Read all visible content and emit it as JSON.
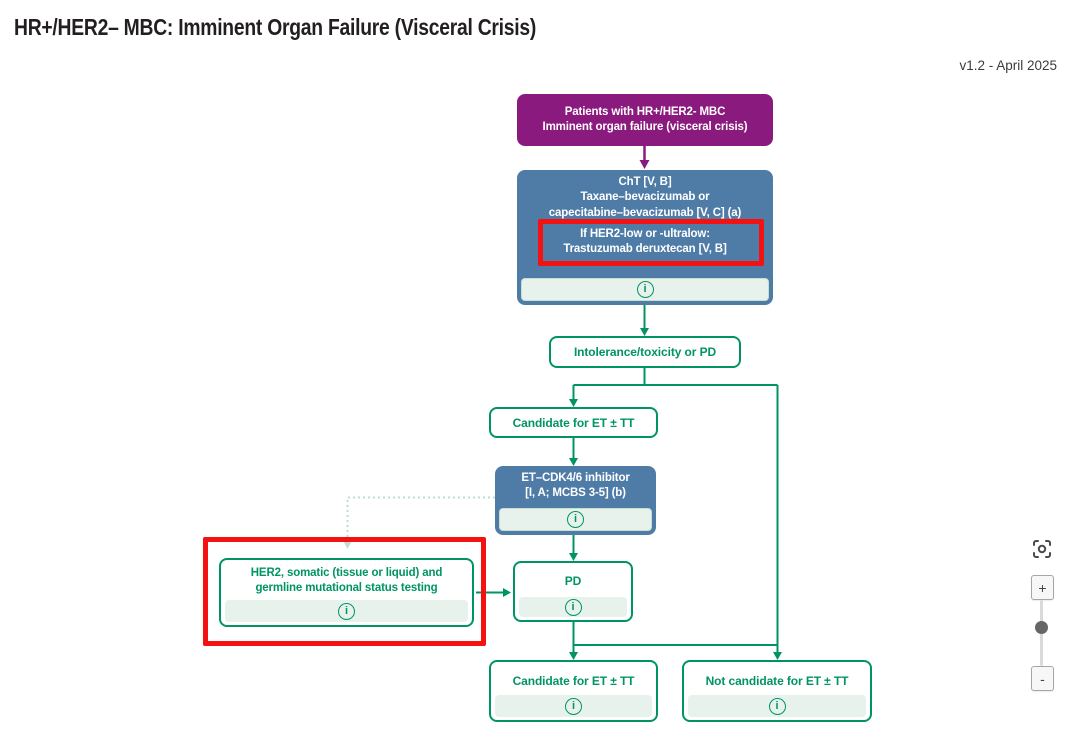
{
  "page": {
    "title": "HR+/HER2– MBC: Imminent Organ Failure (Visceral Crisis)",
    "version": "v1.2 - April 2025"
  },
  "palette": {
    "purple": "#8A1A7D",
    "blue": "#4E7CA7",
    "green": "#009465",
    "red_highlight": "#F31111",
    "info_bg": "#E7F2EC",
    "dotted_line": "#BEDDCC"
  },
  "flowchart": {
    "nodes": {
      "patients": {
        "line1": "Patients with HR+/HER2- MBC",
        "line2": "Imminent organ failure (visceral crisis)"
      },
      "cht": {
        "line1": "ChT [V, B]",
        "line2": "Taxane–bevacizumab or",
        "line3": "capecitabine–bevacizumab [V, C] (a)",
        "highlight1": "If HER2-low or -ultralow:",
        "highlight2": "Trastuzumab deruxtecan [V, B]"
      },
      "intolerance": {
        "label": "Intolerance/toxicity or PD"
      },
      "candidate_mid": {
        "label": "Candidate for ET ± TT"
      },
      "et_cdk": {
        "line1": "ET–CDK4/6 inhibitor",
        "line2": "[I, A; MCBS 3-5] (b)"
      },
      "her2_testing": {
        "line1": "HER2, somatic (tissue or liquid) and",
        "line2": "germline mutational status testing"
      },
      "pd": {
        "label": "PD"
      },
      "candidate_bottom": {
        "label": "Candidate for ET ± TT"
      },
      "not_candidate_bottom": {
        "label": "Not candidate for ET ± TT"
      }
    }
  },
  "icons": {
    "info": "i",
    "zoom_in": "+",
    "zoom_out": "-"
  }
}
